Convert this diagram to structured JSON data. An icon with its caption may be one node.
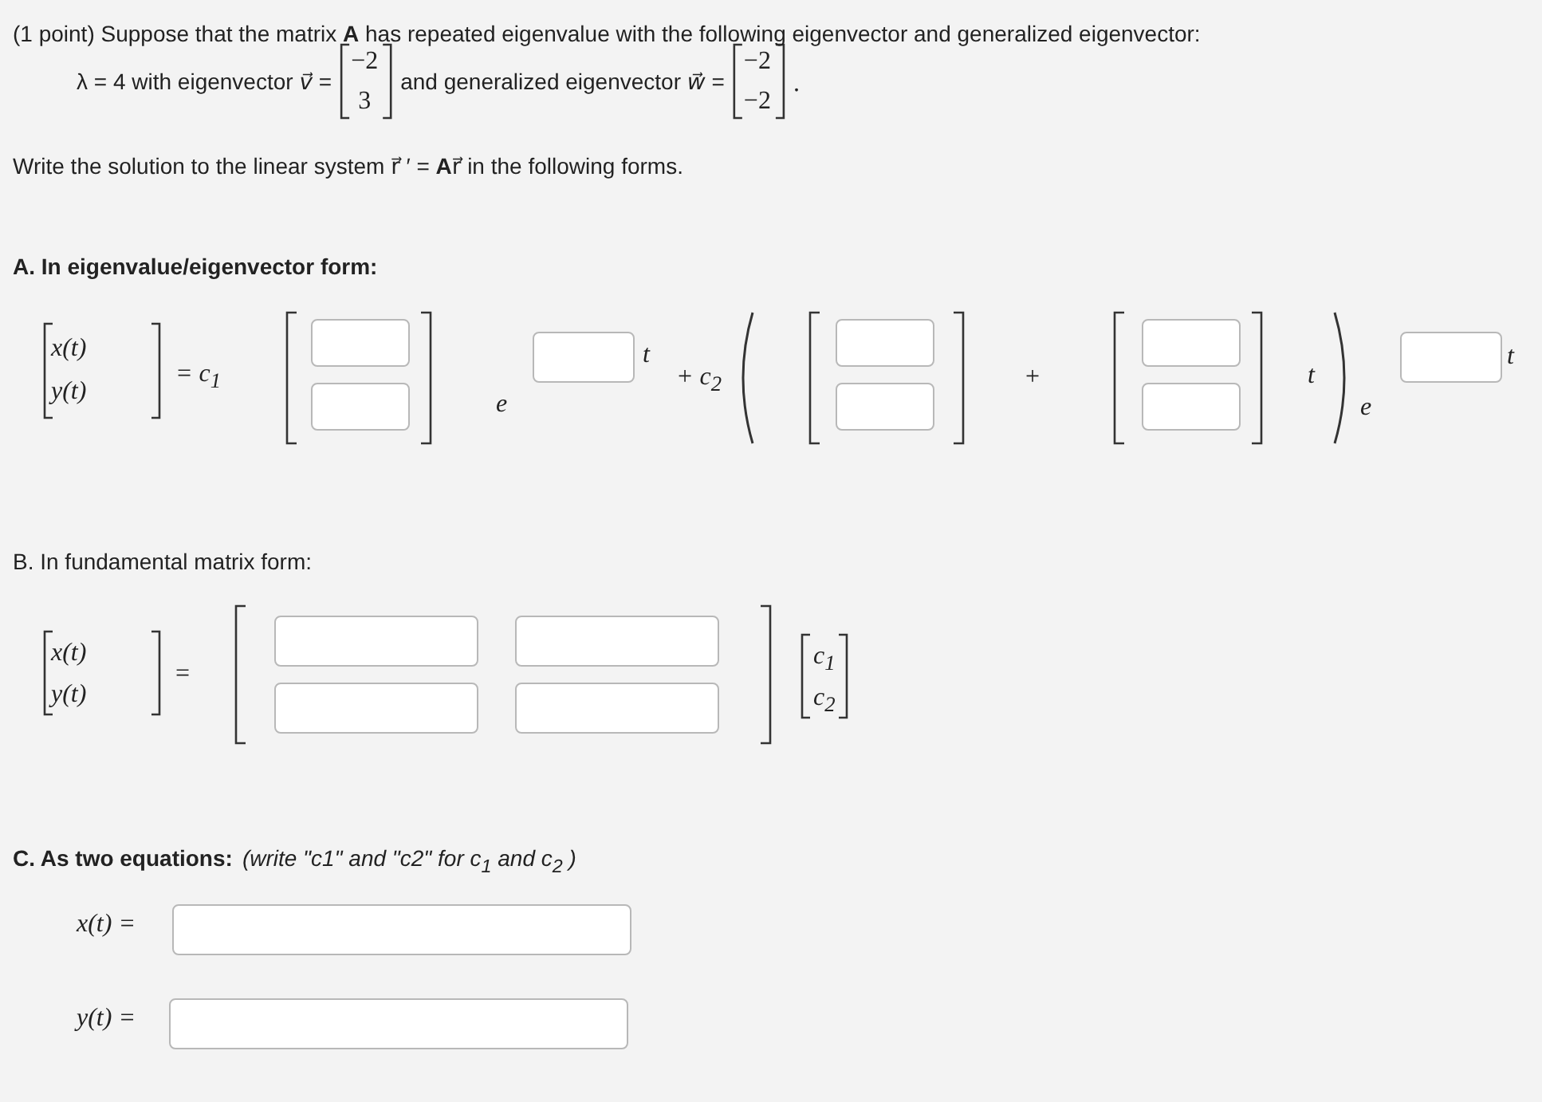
{
  "diagram": {
    "labels": [
      "(1 point) Suppose that the matrix **A** has repeated eigenvalue with the following eigenvector and generalized eigenvector:",
      "λ = 4 with eigenvector *v⃗* =",
      "−2",
      "3",
      "and generalized eigenvector *w⃗* =",
      "−2",
      "−2",
      ".",
      "Write the solution to the linear system r⃗ ′ = **A**r⃗ in the following forms.",
      "A. In eigenvalue/eigenvector form:",
      "x(t)",
      "y(t)",
      "= c$_{1}$",
      "e",
      "t",
      "+ c$_{2}$",
      "+",
      "t",
      "e",
      "t",
      "B. In fundamental matrix form:",
      "x(t)",
      "y(t)",
      "=",
      "c$_{1}$",
      "c$_{2}$",
      "C. As two equations:",
      "(write \"c1\" and \"c2\" for c$_{1}$ and c$_{2}$ )",
      "x(t) =",
      "y(t) ="
    ]
  }
}
